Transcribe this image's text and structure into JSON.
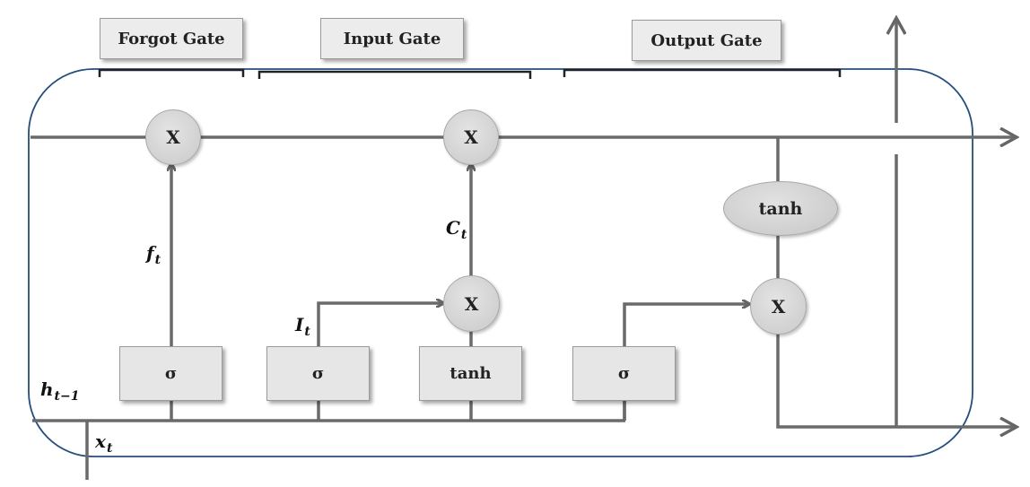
{
  "gates": {
    "forget": "Forgot Gate",
    "input": "Input Gate",
    "output": "Output Gate"
  },
  "operators": {
    "multiply": "X"
  },
  "layers": {
    "sigma": "σ",
    "tanh": "tanh"
  },
  "variables": {
    "f": {
      "base": "f",
      "sub": "t"
    },
    "c": {
      "base": "C",
      "sub": "t"
    },
    "i": {
      "base": "I",
      "sub": "t"
    },
    "h": {
      "base": "h",
      "sub": "t−1"
    },
    "x": {
      "base": "x",
      "sub": "t"
    }
  },
  "colors": {
    "line": "#666666",
    "border": "#1f4e8c",
    "node_fill": "#d6d6d6",
    "box_fill": "#e6e6e6"
  }
}
